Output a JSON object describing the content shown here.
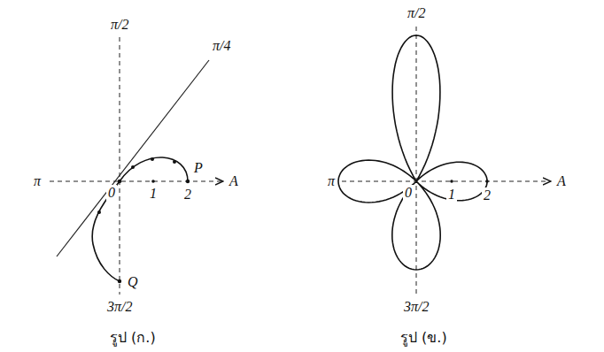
{
  "diagram": {
    "labels": [
      "π/2",
      "π/4",
      "π",
      "0",
      "1",
      "2",
      "P",
      "A",
      "Q",
      "3π/2",
      "รูป (ก.)",
      "π/2",
      "π",
      "0",
      "1",
      "2",
      "A",
      "3π/2",
      "รูป (ข.)"
    ]
  }
}
